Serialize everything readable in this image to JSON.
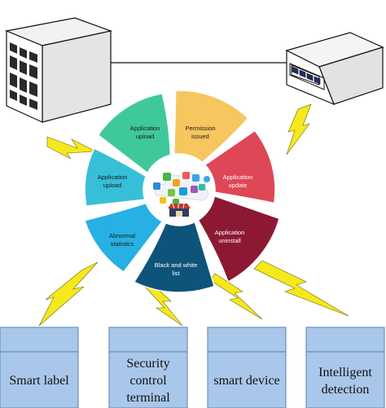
{
  "colors": {
    "bolt": "#f5e81c",
    "box_face": "#a9c7ea",
    "box_stroke": "#6d8fb8",
    "seg_upload_top": "#3fc99a",
    "seg_permission": "#f6c65f",
    "seg_update": "#de4756",
    "seg_uninstall": "#8c1834",
    "seg_blackwhite": "#0e5379",
    "seg_abnormal": "#27b0e3",
    "seg_upload_left": "#38bfd8"
  },
  "ring": {
    "segments": [
      {
        "id": "application-upload-top",
        "lines": [
          "Application",
          "upload"
        ],
        "color": "#3fc99a",
        "text_color": "#1b1b1b"
      },
      {
        "id": "permission-issued",
        "lines": [
          "Permission",
          "issued"
        ],
        "color": "#f6c65f",
        "text_color": "#1b1b1b"
      },
      {
        "id": "application-update",
        "lines": [
          "Application",
          "update"
        ],
        "color": "#de4756",
        "text_color": "#ffffff"
      },
      {
        "id": "application-uninstall",
        "lines": [
          "Application",
          "uninstall"
        ],
        "color": "#8c1834",
        "text_color": "#ffffff"
      },
      {
        "id": "black-and-white-list",
        "lines": [
          "Black and white",
          "list"
        ],
        "color": "#0e5379",
        "text_color": "#ffffff"
      },
      {
        "id": "abnormal-statistics",
        "lines": [
          "Abnormal",
          "statistics"
        ],
        "color": "#27b0e3",
        "text_color": "#1b1b1b"
      },
      {
        "id": "application-upload-left",
        "lines": [
          "Application",
          "upload"
        ],
        "color": "#38bfd8",
        "text_color": "#1b1b1b"
      }
    ],
    "center_icon": "app-store-icon"
  },
  "servers": [
    {
      "id": "tower-server",
      "icon": "tower-server-icon"
    },
    {
      "id": "rack-server",
      "icon": "rack-server-icon"
    }
  ],
  "terminals": [
    {
      "id": "smart-label",
      "lines": [
        "Smart label"
      ]
    },
    {
      "id": "security-control-terminal",
      "lines": [
        "Security",
        "control",
        "terminal"
      ]
    },
    {
      "id": "smart-device",
      "lines": [
        "smart device"
      ]
    },
    {
      "id": "intelligent-detection",
      "lines": [
        "Intelligent",
        "detection"
      ]
    }
  ]
}
